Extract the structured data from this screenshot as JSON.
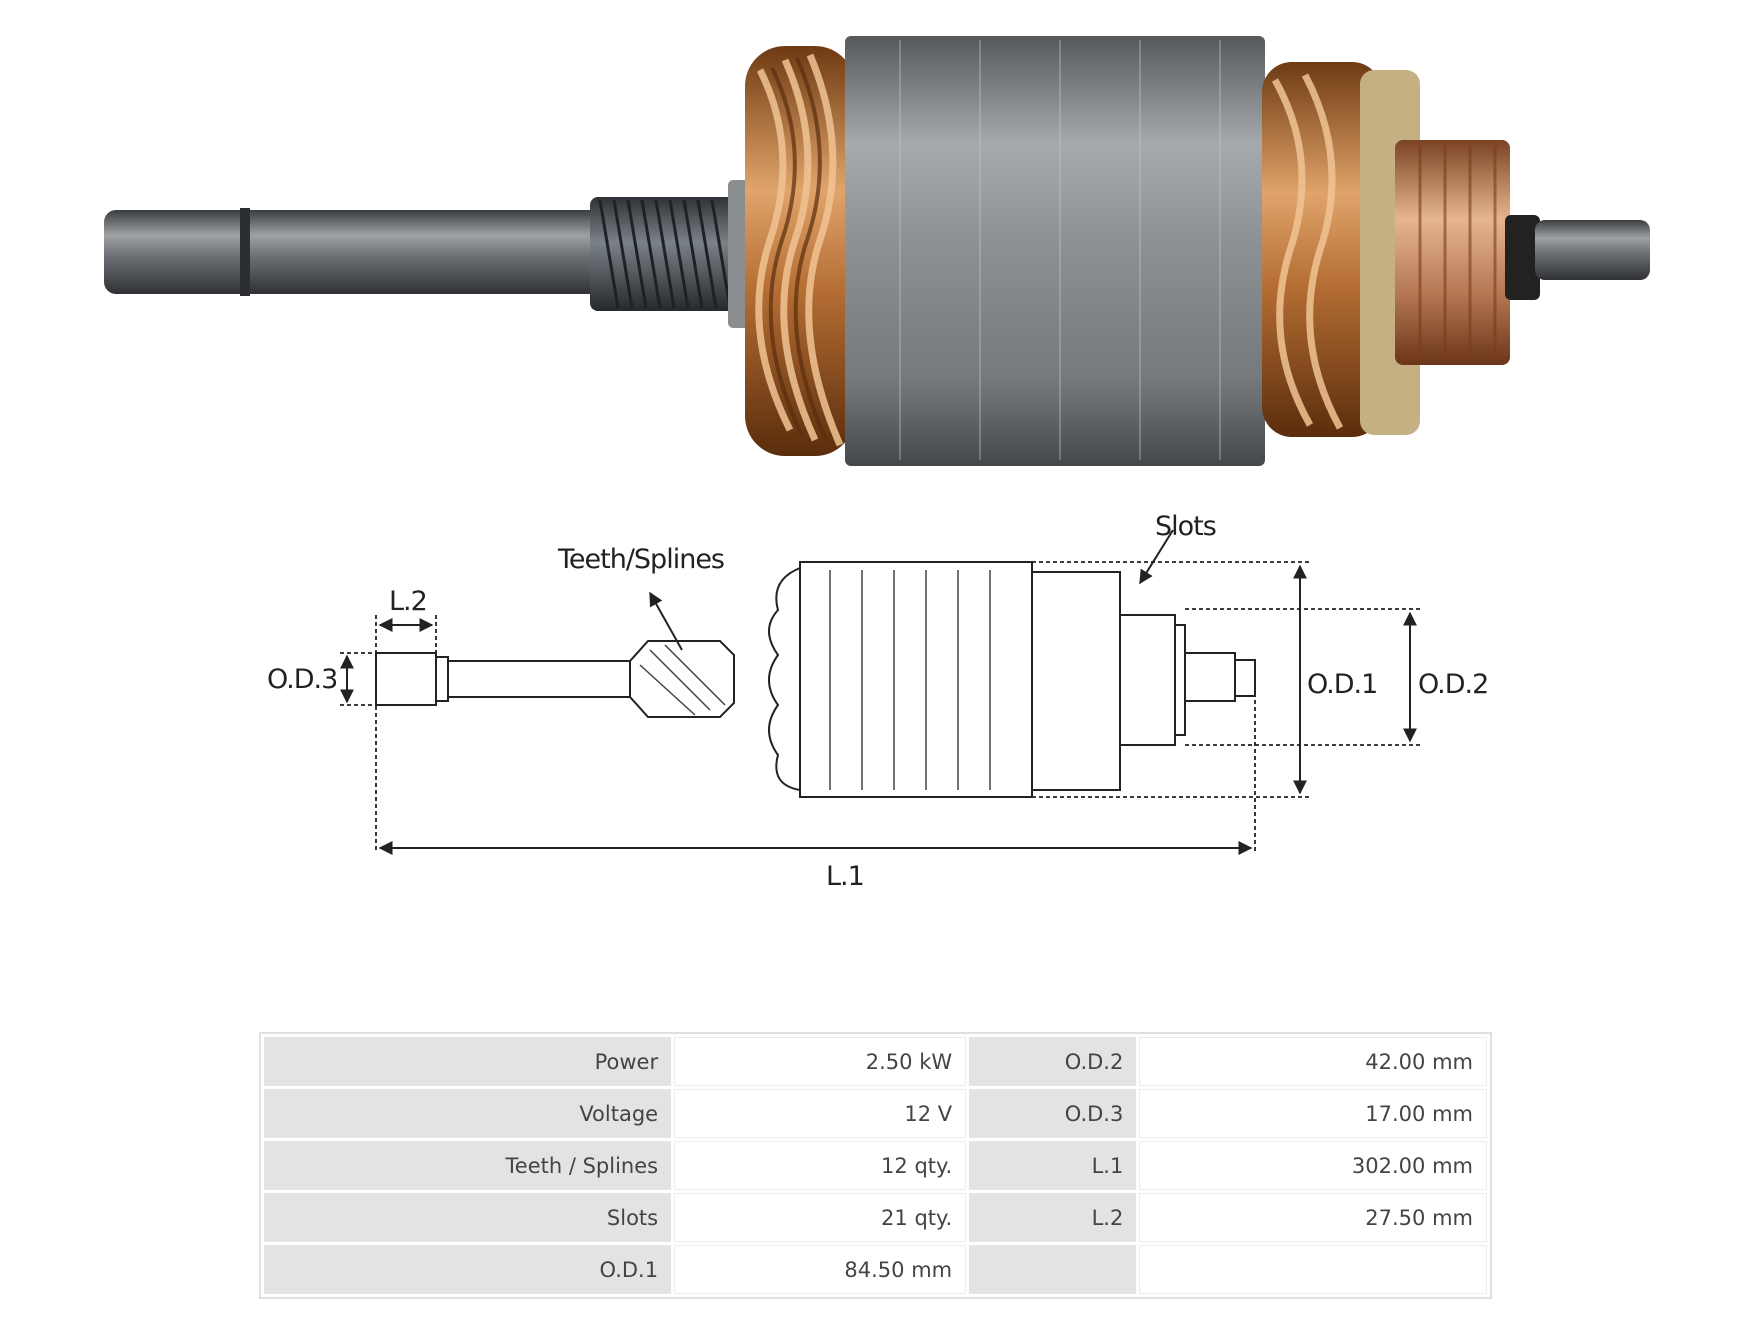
{
  "diagram": {
    "labels": {
      "teeth_splines": "Teeth/Splines",
      "slots": "Slots",
      "l2": "L.2",
      "od3": "O.D.3",
      "od1": "O.D.1",
      "od2": "O.D.2",
      "l1": "L.1"
    }
  },
  "specs": {
    "rows": [
      {
        "label1": "Power",
        "value1": "2.50 kW",
        "label2": "O.D.2",
        "value2": "42.00 mm"
      },
      {
        "label1": "Voltage",
        "value1": "12 V",
        "label2": "O.D.3",
        "value2": "17.00 mm"
      },
      {
        "label1": "Teeth / Splines",
        "value1": "12 qty.",
        "label2": "L.1",
        "value2": "302.00  mm"
      },
      {
        "label1": "Slots",
        "value1": "21  qty.",
        "label2": "L.2",
        "value2": "27.50 mm"
      },
      {
        "label1": "O.D.1",
        "value1": "84.50 mm",
        "label2": "",
        "value2": ""
      }
    ]
  }
}
